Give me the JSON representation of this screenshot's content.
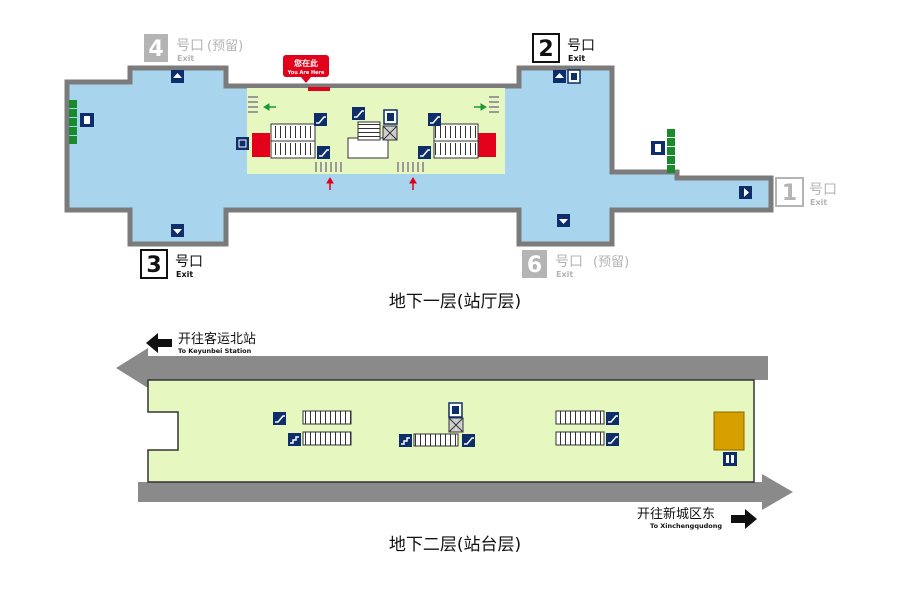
{
  "concourse": {
    "caption": "地下一层(站厅层)",
    "you_are_here": {
      "cn": "您在此",
      "en": "You Are Here"
    },
    "exits": [
      {
        "num": "4",
        "cn": "号口",
        "suffix": "(预留)",
        "en": "Exit",
        "reserved": true
      },
      {
        "num": "2",
        "cn": "号口",
        "suffix": "",
        "en": "Exit",
        "reserved": false
      },
      {
        "num": "1",
        "cn": "号口",
        "suffix": "",
        "en": "Exit",
        "reserved": true
      },
      {
        "num": "3",
        "cn": "号口",
        "suffix": "",
        "en": "Exit",
        "reserved": false
      },
      {
        "num": "6",
        "cn": "号口",
        "suffix": "(预留)",
        "en": "Exit",
        "reserved": true
      }
    ]
  },
  "platform": {
    "caption": "地下二层(站台层)",
    "direction_left": {
      "cn": "开往客运北站",
      "en": "To Keyunbei Station"
    },
    "direction_right": {
      "cn": "开往新城区东",
      "en": "To Xinchengqudong"
    }
  },
  "colors": {
    "hall_blue": "#a8d4ee",
    "paid_green": "#e6f7c0",
    "platform_green": "#e6f7c0",
    "wall_gray": "#7b7b7b",
    "gate_red": "#e2001a",
    "reserved_gray": "#b4b4b4",
    "icon_navy": "#0d2d6b",
    "room_gold": "#d79f00",
    "ticket_green": "#1a8a2e"
  }
}
